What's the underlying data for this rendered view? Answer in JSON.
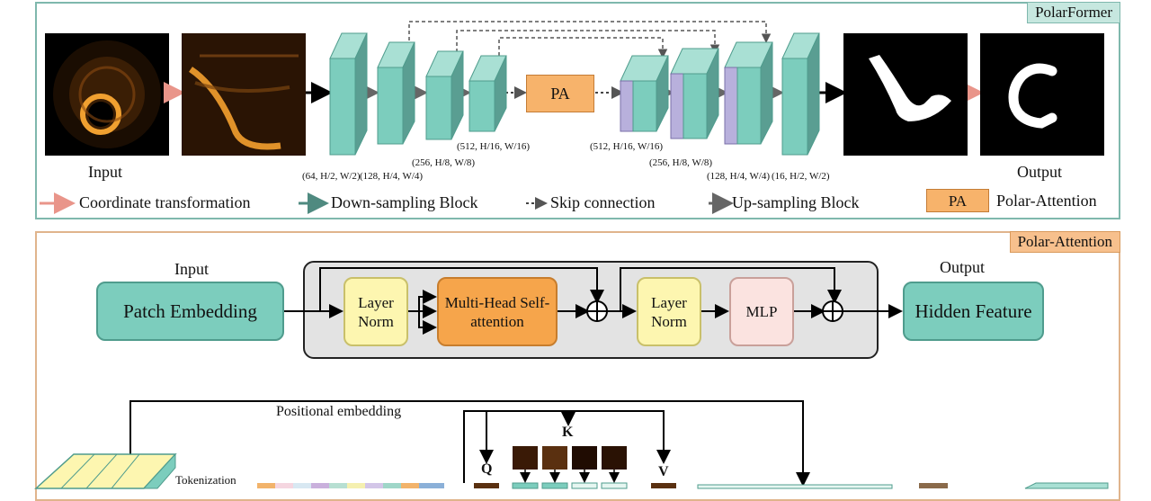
{
  "polarformer": {
    "tag": "PolarFormer",
    "input_label": "Input",
    "output_label": "Output",
    "pa_label": "PA",
    "dims": {
      "d1": "(64, H/2, W/2)",
      "d2": "(128, H/4, W/4)",
      "d3": "(256, H/8, W/8)",
      "d4": "(512, H/16, W/16)",
      "u1": "(512, H/16, W/16)",
      "u2": "(256, H/8, W/8)",
      "u3": "(128, H/4, W/4)",
      "u4": "(16, H/2, W/2)"
    },
    "legend": {
      "coord": "Coordinate transformation",
      "down": "Down-sampling Block",
      "skip": "Skip connection",
      "up": "Up-sampling Block",
      "pa_box": "PA",
      "pa_text": "Polar-Attention"
    }
  },
  "polar_attention": {
    "tag": "Polar-Attention",
    "input_label": "Input",
    "output_label": "Output",
    "patch_embedding": "Patch Embedding",
    "layer_norm_1": "Layer Norm",
    "mhsa": "Multi-Head Self-attention",
    "layer_norm_2": "Layer Norm",
    "mlp": "MLP",
    "hidden_feature": "Hidden Feature",
    "positional_embedding": "Positional embedding",
    "tokenization": "Tokenization",
    "q": "Q",
    "k": "K",
    "v": "V"
  },
  "colors": {
    "teal": "#7ccdbd",
    "lavender": "#b8b0dc",
    "pink_arrow": "#e9958a",
    "pa_orange": "#f7b36b",
    "panel_top_border": "#7fb8ad",
    "panel_bot_border": "#e0b48c"
  }
}
